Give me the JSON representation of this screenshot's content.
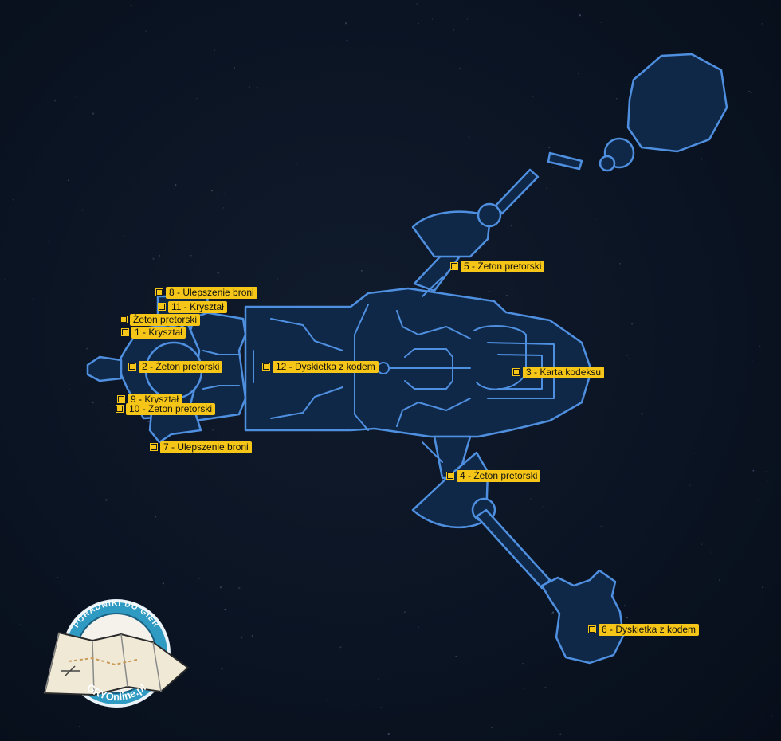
{
  "map": {
    "colors": {
      "background": "#0b1423",
      "floor": "#0f2848",
      "outline": "#4f8fe0",
      "marker": "#f5c518",
      "marker_text": "#111111"
    },
    "markers": [
      {
        "id": "m8",
        "label": "8 - Ulepszenie broni"
      },
      {
        "id": "m11",
        "label": "11 - Kryształ"
      },
      {
        "id": "mz",
        "label": "Żeton pretorski"
      },
      {
        "id": "m1",
        "label": "1 - Kryształ"
      },
      {
        "id": "m2",
        "label": "2 - Żeton pretorski"
      },
      {
        "id": "m12",
        "label": "12 - Dyskietka z kodem"
      },
      {
        "id": "m9",
        "label": "9 - Kryształ"
      },
      {
        "id": "m10",
        "label": "10 - Żeton pretorski"
      },
      {
        "id": "m7",
        "label": "7 - Ulepszenie broni"
      },
      {
        "id": "m5",
        "label": "5 - Żeton pretorski"
      },
      {
        "id": "m3",
        "label": "3 - Karta kodeksu"
      },
      {
        "id": "m4",
        "label": "4 - Żeton pretorski"
      },
      {
        "id": "m6",
        "label": "6 - Dyskietka z kodem"
      }
    ]
  },
  "logo": {
    "top_text": "PORADNIKI DO GIER",
    "bottom_text": "GRYOnline.pl",
    "icon": "map-icon"
  }
}
